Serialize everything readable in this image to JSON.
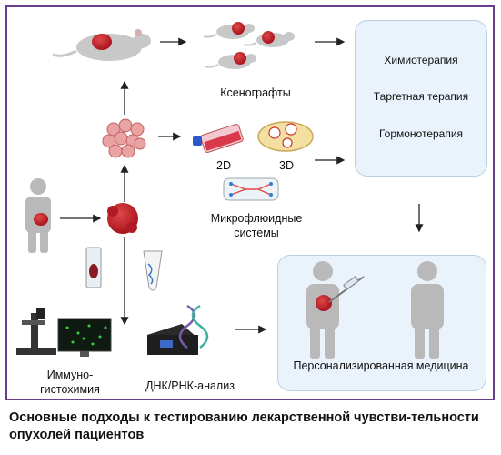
{
  "labels": {
    "xenografts": "Ксенографты",
    "two_d": "2D",
    "three_d": "3D",
    "microfluidic": "Микрофлюидные системы",
    "ihc": "Иммуно-гистохимия",
    "dna_rna": "ДНК/РНК-анализ",
    "personalized": "Персонализированная медицина"
  },
  "therapies": [
    "Химиотерапия",
    "Таргетная терапия",
    "Гормонотерапия"
  ],
  "caption": "Основные подходы к тестированию лекарственной чувстви-тельности опухолей пациентов",
  "colors": {
    "frame": "#6b3d8c",
    "box_fill": "#eaf3fb",
    "tumor": "#c8202a",
    "human": "#b9b9b9",
    "mouse": "#c8c8c8",
    "arrow": "#222222"
  }
}
